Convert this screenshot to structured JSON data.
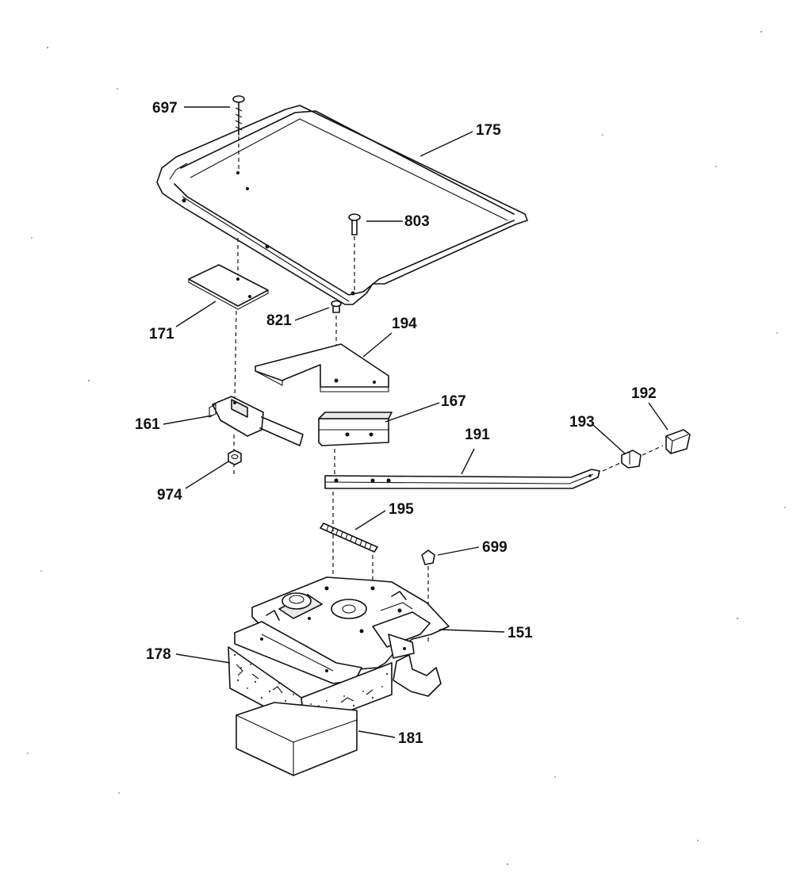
{
  "diagram": {
    "part_labels": {
      "p697": "697",
      "p175": "175",
      "p803": "803",
      "p171": "171",
      "p821": "821",
      "p194": "194",
      "p167": "167",
      "p161": "161",
      "p192": "192",
      "p193": "193",
      "p191": "191",
      "p974": "974",
      "p195": "195",
      "p699": "699",
      "p151": "151",
      "p178": "178",
      "p181": "181"
    }
  }
}
